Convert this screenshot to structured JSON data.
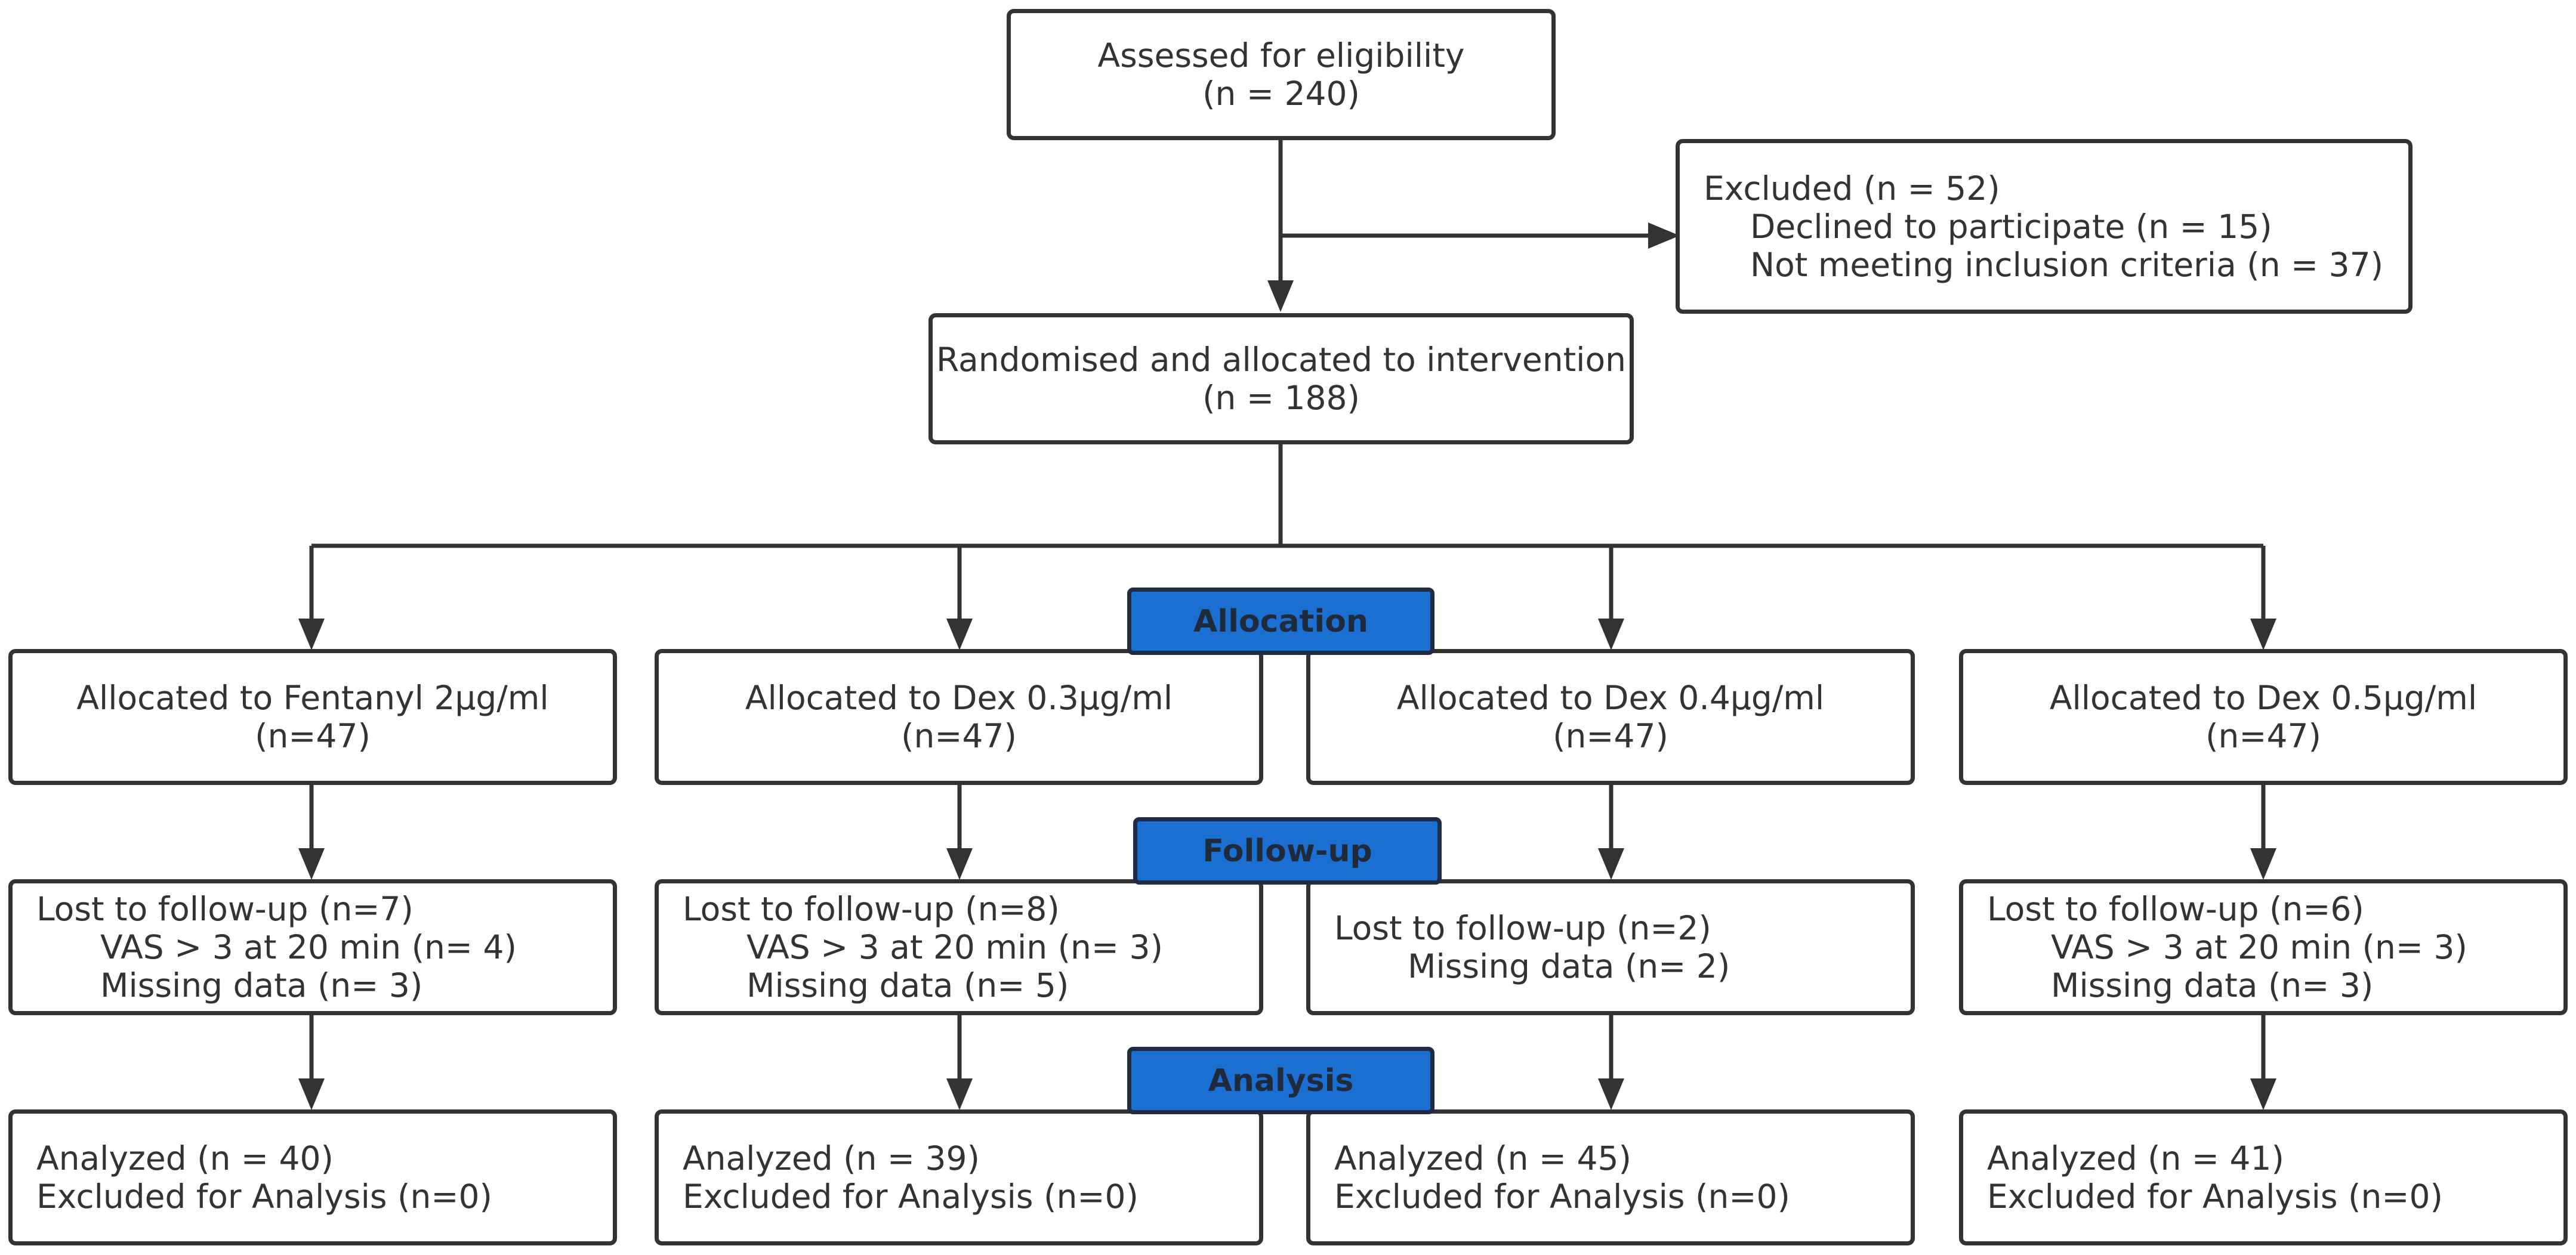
{
  "enrollment": {
    "assessed": {
      "title": "Assessed for eligibility",
      "count": "(n = 240)"
    },
    "excluded": {
      "title": "Excluded (n = 52)",
      "reasons": [
        "Declined to participate (n = 15)",
        "Not meeting inclusion criteria (n = 37)"
      ]
    },
    "randomised": {
      "title": "Randomised and allocated to intervention",
      "count": "(n = 188)"
    }
  },
  "stages": {
    "allocation": "Allocation",
    "followup": "Follow-up",
    "analysis": "Analysis"
  },
  "arms": [
    {
      "allocated": "Allocated to Fentanyl 2μg/ml",
      "allocated_n": "(n=47)",
      "lost": "Lost to follow-up (n=7)",
      "lost_reasons": [
        "VAS > 3 at 20 min (n= 4)",
        "Missing data (n= 3)"
      ],
      "analyzed": "Analyzed (n = 40)",
      "excluded_analysis": "Excluded for Analysis (n=0)"
    },
    {
      "allocated": "Allocated to Dex 0.3μg/ml",
      "allocated_n": "(n=47)",
      "lost": "Lost to follow-up (n=8)",
      "lost_reasons": [
        "VAS > 3 at 20 min (n= 3)",
        "Missing data (n= 5)"
      ],
      "analyzed": "Analyzed (n = 39)",
      "excluded_analysis": "Excluded for Analysis (n=0)"
    },
    {
      "allocated": "Allocated to Dex 0.4μg/ml",
      "allocated_n": "(n=47)",
      "lost": "Lost to follow-up (n=2)",
      "lost_reasons": [
        "Missing data (n= 2)"
      ],
      "analyzed": "Analyzed (n = 45)",
      "excluded_analysis": "Excluded for Analysis (n=0)"
    },
    {
      "allocated": "Allocated to Dex 0.5μg/ml",
      "allocated_n": "(n=47)",
      "lost": "Lost to follow-up (n=6)",
      "lost_reasons": [
        "VAS > 3 at 20 min (n= 3)",
        "Missing data (n= 3)"
      ],
      "analyzed": "Analyzed (n = 41)",
      "excluded_analysis": "Excluded for Analysis (n=0)"
    }
  ],
  "colors": {
    "stage_fill": "#1b6fd1",
    "stage_border": "#1e2d44",
    "line": "#333333"
  }
}
